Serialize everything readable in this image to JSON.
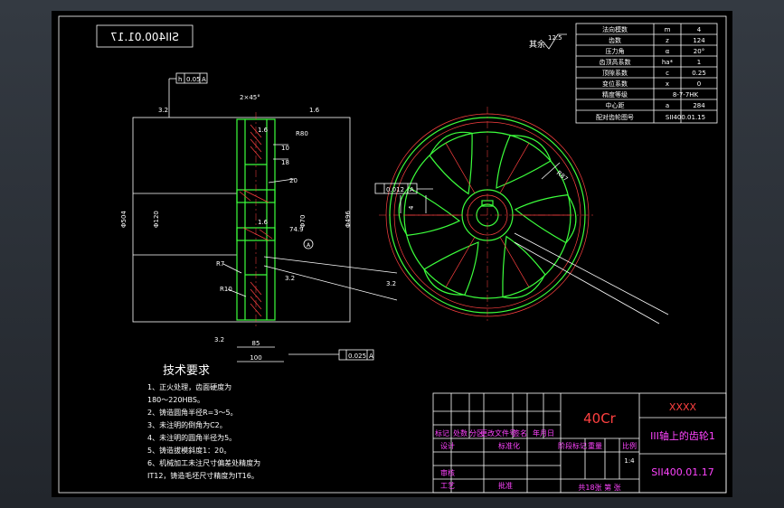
{
  "drawing_number_mirrored": "SII400.01.17",
  "roughness_mark": "其余",
  "roughness_value": "12.5",
  "params": [
    {
      "name": "法向模数",
      "symbol": "m",
      "value": "4"
    },
    {
      "name": "齿数",
      "symbol": "z",
      "value": "124"
    },
    {
      "name": "压力角",
      "symbol": "α",
      "value": "20°"
    },
    {
      "name": "齿顶高系数",
      "symbol": "ha*",
      "value": "1"
    },
    {
      "name": "顶隙系数",
      "symbol": "c",
      "value": "0.25"
    },
    {
      "name": "变位系数",
      "symbol": "x",
      "value": "0"
    },
    {
      "name": "精度等级",
      "symbol": "",
      "value": "8-7-7HK"
    },
    {
      "name": "中心距",
      "symbol": "a",
      "value": "284"
    },
    {
      "name": "配对齿轮图号",
      "symbol": "",
      "value": "SII400.01.15"
    }
  ],
  "tolerance_frames": {
    "top": [
      "h",
      "0.05",
      "A"
    ],
    "right_view": [
      "0.012",
      "A"
    ],
    "bottom": [
      "0.025",
      "A"
    ]
  },
  "dims": {
    "chamfer": "2×45°",
    "d1": "Φ504",
    "d2": "Φ496",
    "d3": "Φ120",
    "hole": "Φ70",
    "width": "85",
    "total": "100",
    "r1": "R80",
    "s1": "10",
    "s2": "18",
    "key": "20",
    "keyh": "74.9",
    "r2": "R7",
    "r3": "R10",
    "ra1": "3.2",
    "ra2": "1.6",
    "ra3": "1.6",
    "ra4": "3.2",
    "ra5": "3.2",
    "ra6": "1.6",
    "ra7": "3.2"
  },
  "notes": {
    "title": "技术要求",
    "items": [
      "1、正火处理，齿面硬度为",
      "180～220HBS。",
      "2、铸造圆角半径R=3～5。",
      "3、未注明的倒角为C2。",
      "4、未注明的圆角半径为5。",
      "5、铸造拔模斜度1：20。",
      "6、机械加工未注尺寸偏差处精度为",
      "IT12，铸造毛坯尺寸精度为IT16。"
    ]
  },
  "title_block": {
    "school": "XXXX",
    "material": "40Cr",
    "part_name": "III轴上的齿轮1",
    "drawing_number": "SII400.01.17",
    "header_row": [
      "标记",
      "处数",
      "分区",
      "更改文件号",
      "签名",
      "年月日"
    ],
    "designer": "设计",
    "standardize": "标准化",
    "stage_row": [
      "阶段标记",
      "重量",
      "比例"
    ],
    "scale": "1:4",
    "review": "审核",
    "process": "工艺",
    "approve": "批准",
    "sheets": "共18张 第 张"
  }
}
